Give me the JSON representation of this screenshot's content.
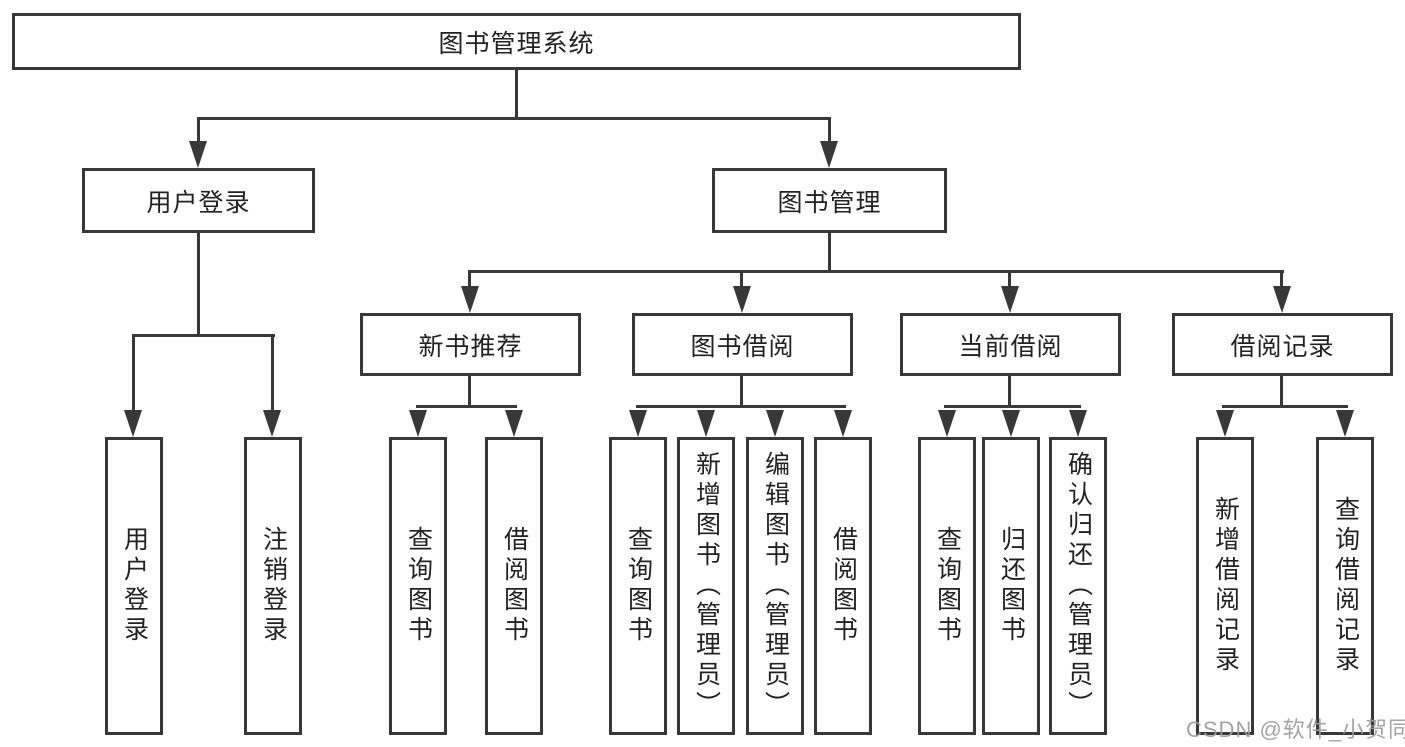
{
  "diagram": {
    "root": {
      "label": "图书管理系统"
    },
    "user_login": {
      "label": "用户登录",
      "children": [
        "用户登录",
        "注销登录"
      ]
    },
    "book_mgmt": {
      "label": "图书管理",
      "sections": [
        {
          "label": "新书推荐",
          "children": [
            "查询图书",
            "借阅图书"
          ]
        },
        {
          "label": "图书借阅",
          "children": [
            "查询图书",
            "新增图书（管理员）",
            "编辑图书（管理员）",
            "借阅图书"
          ]
        },
        {
          "label": "当前借阅",
          "children": [
            "查询图书",
            "归还图书",
            "确认归还（管理员）"
          ]
        },
        {
          "label": "借阅记录",
          "children": [
            "新增借阅记录",
            "查询借阅记录"
          ]
        }
      ]
    }
  },
  "watermark": {
    "text": "CSDN @软件_小贺同学"
  },
  "colors": {
    "line": "#383838",
    "text": "#222222",
    "watermark": "#9b9b9b",
    "background": "#ffffff"
  }
}
